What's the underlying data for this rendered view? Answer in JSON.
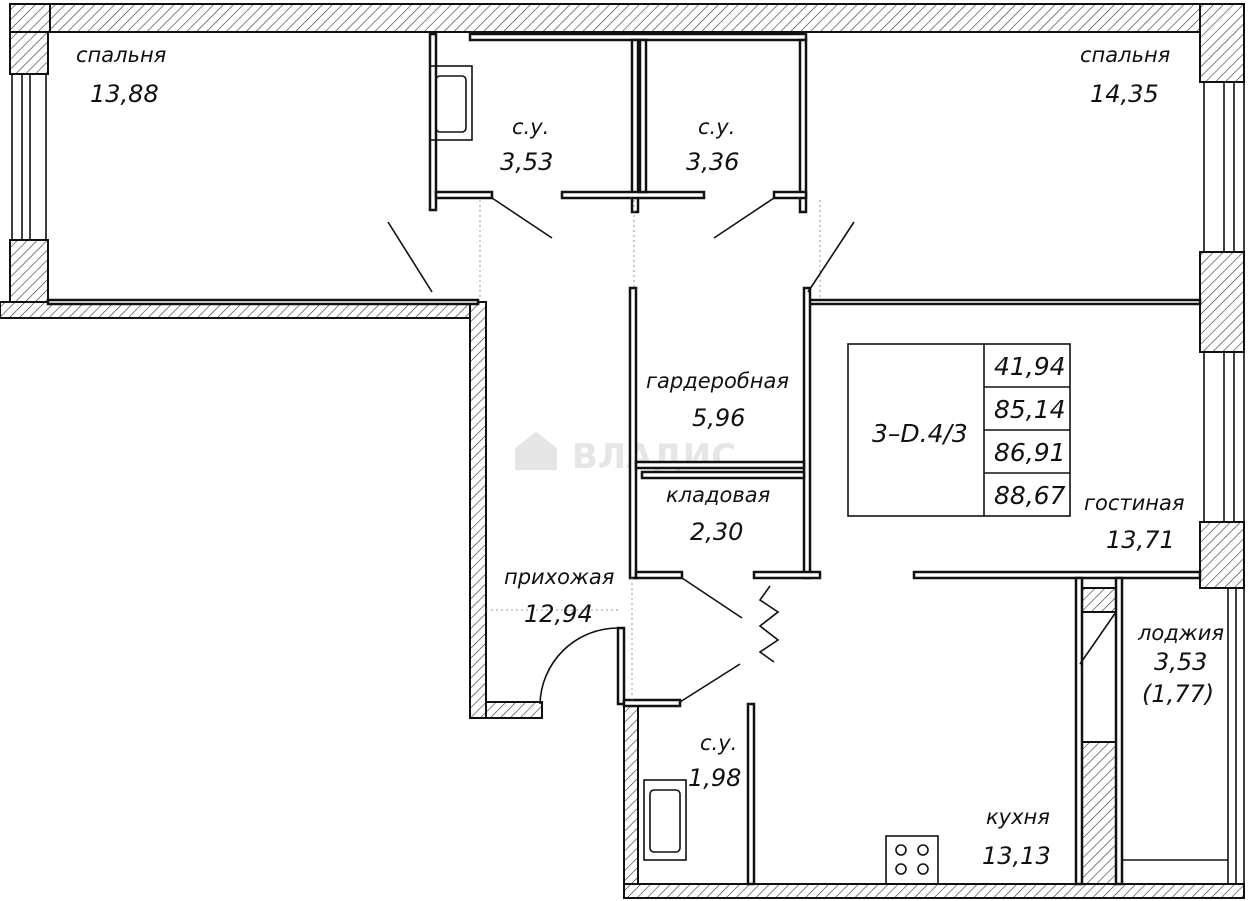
{
  "rooms": [
    {
      "id": "bedroom-left",
      "name": "спальня",
      "area": "13,88"
    },
    {
      "id": "bathroom-1",
      "name": "с.у.",
      "area": "3,53"
    },
    {
      "id": "bathroom-2",
      "name": "с.у.",
      "area": "3,36"
    },
    {
      "id": "bedroom-right",
      "name": "спальня",
      "area": "14,35"
    },
    {
      "id": "wardrobe",
      "name": "гардеробная",
      "area": "5,96"
    },
    {
      "id": "storage",
      "name": "кладовая",
      "area": "2,30"
    },
    {
      "id": "hallway",
      "name": "прихожая",
      "area": "12,94"
    },
    {
      "id": "living-room",
      "name": "гостиная",
      "area": "13,71"
    },
    {
      "id": "loggia",
      "name": "лоджия",
      "area": "3,53",
      "area_reduced": "(1,77)"
    },
    {
      "id": "bathroom-3",
      "name": "с.у.",
      "area": "1,98"
    },
    {
      "id": "kitchen",
      "name": "кухня",
      "area": "13,13"
    }
  ],
  "summary": {
    "code": "3–D.4/3",
    "areas": [
      "41,94",
      "85,14",
      "86,91",
      "88,67"
    ]
  },
  "watermark": "ВЛАДИС"
}
